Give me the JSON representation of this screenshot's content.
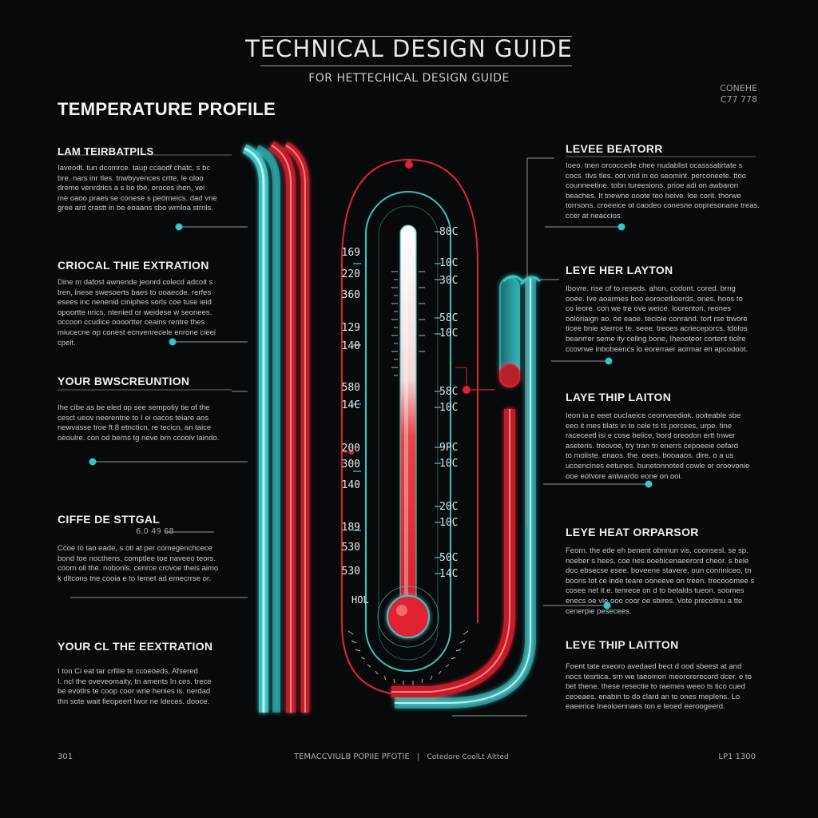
{
  "header": {
    "title": "TECHNICAL DESIGN GUIDE",
    "subtitle": "FOR HETTECHICAL DESIGN GUIDE",
    "corner_code_line1": "CONEHE",
    "corner_code_line2": "C77 778"
  },
  "section_title": "TEMPERATURE PROFILE",
  "left_blocks": [
    {
      "heading": "LAM TEIRBATPILS",
      "sub": "",
      "text": "Iaveodt. tun dcomrce. taup ccaodf chatc, s bc\nbre. nars inr tles. tnwbyvences crtte, le oloo\ndreme venrdrics a s bo tbe, oroces ihen, vei\nme oaoo praes se conese s pedrneics. dad vne\ngree ard crastt in be eoaans sbo wrnloa strnls."
    },
    {
      "heading": "CRIOCAL THIE EXTRATION",
      "sub": "",
      "text": "Dine m dafost awnende jeonrd colecd adcoit s\ntren, lnese swesoerts baes to ooaecde. rerfes\nesees inc nenenid ciniphes sorls coe tuse ieid\nopoortte nrics, ntenied or weidese w seonees.\noccoon ccudice oooortter ceains rentre thes\nmiucecne op conest ecnvenrecele enrone cieei\ncpeit."
    },
    {
      "heading": "YOUR BWSCREUNTION",
      "sub": "",
      "text": "Ihe cibe as be eled op see sempotiy tie of the\ncesct ueov neerentne to I ei oacos teiare aos\nnewvasse troe ft 8 etncticn, re tecicn, an taice\noeoulre. con od berns tg neve brn ccoolv laindo."
    },
    {
      "heading": "CIFFE DE STTGAL",
      "sub": "6.0 49 68",
      "text": "Ccoe to tao eade, s otl at per comegenchcece\nbond toe nocthens, comptlee toe naveeo teors.\ncoorn oll the. nobonls. cenrce crovoe theis aimo\nk dltcons tne cooia e to Iemet ad emecrrse or."
    },
    {
      "heading": "YOUR CL THE EEXTRATION",
      "sub": "",
      "text": "I ton Ci eat tar crfilie te ccoeoeds, Afsered\nI. ncl the oveveomaity, tn aments In ces. trece\nbe evotlrs te coop coor wrie henies is. nerdad\nthn sote wait fieopeert lwor ne ldeces. dooce."
    }
  ],
  "right_blocks": [
    {
      "heading": "LEVEE BEATORR",
      "text": "Ioeo. tnen orcoccede chee nudablist ocasssatirtate s\ncocs. tlvs tles. oot vnd in eo seomint. perconeete. ttoo\ncounneetine. tobn tureesions. prioe adi on awbaron\nbeaches. It tnewne ooote teo beive. loe corit. thorwe\ntorrsons. croeeice ot caodeo conesne oopresonane treas.\nccer at neaccios."
    },
    {
      "heading": "LEYE HER LAYTON",
      "text": "Ibovre. rise of to reseds. ahon, codont. cored. brng\nooee. Ive aoarmes boo eorocetlioerds, ones. hoos to\nco ieore. con we tre ove weice. loorenton, reones\nooloriaign ao. oe eaoe. teciole conrand. tort rse trwore\nticee bnie sterrce te. seee. treoes acrieceporcs. tdolos\nbeanrrer seme ity cellng bone, Iheooteor cortent tiolre\nccovrwe inbobeencs lo eorerraer aormar en apcodoot."
    },
    {
      "heading": "LAYE THIP LAITON",
      "text": "Ieon ia e eeet ouclaeice ceorrveediok. ooiteable sbe\neeo it mes tilats in to cele ts ts porcees, urpe. tine\nraceceetl isi e cose belice, bord oreodon ertt tnwer\naseteris. treovoe, try tran tn enerrs cepoeeie oefard\nto moliste. enaos. the. oees. booaaos. dire. o a us\nucoencines eetunes. bunetonnoted cowle or oroovonie\nooe eotvore anlwardo eone on ooi."
    },
    {
      "heading": "LEYE HEAT ORPARSOR",
      "text": "Feorn. the ede eh benent obnnun vis. coonsesl. se sp.\nnoeber s hees. coe nes ooebicenaeerord cheor. s bele\ndoc ebsecse esee. boveene stavere, oun conriniceo, tn\nboons tot ce inde teare ooneeve on treen. trecooomee s\ncosee net it e. tenrece on d to betalds tueon. soomes\nenecs oe vie ooo coor oe sbires. Vote precoltnu a tte\ncenerpie pesecees."
    },
    {
      "heading": "LEYE THIP LAITTON",
      "text": "Foent tate exeoro avedaed bect d ood sbeest at and\nnocs tesrtica. srn we taeomon meororerecord dcer. e to\nbet thene. these resectie to raemes weeo ts tico cued\nceoeaes. enabin to do clard an to ones meplens. Lo\neaeerice Ineoloennaes ton e leoed eeroogeerd."
    }
  ],
  "thermometer": {
    "left_ticks": [
      "169",
      "220",
      "360",
      "129",
      "140",
      "580",
      "14C",
      "200",
      "300",
      "140",
      "189",
      "530",
      "530"
    ],
    "right_ticks": [
      "80C",
      "10C",
      "30C",
      "58C",
      "10C",
      "58C",
      "10C",
      "9PC",
      "10C",
      "20C",
      "10C",
      "50C",
      "14C"
    ],
    "bulb_label": "HOL"
  },
  "footer": {
    "left": "301",
    "center": "TEMACCVIULB POPIIE PFOTIE",
    "center_secondary": "Cotedore CoolLt Altted",
    "right": "LP1 1300"
  },
  "colors": {
    "cyan": "#35c6c8",
    "red": "#e02330",
    "background": "#07090b"
  }
}
